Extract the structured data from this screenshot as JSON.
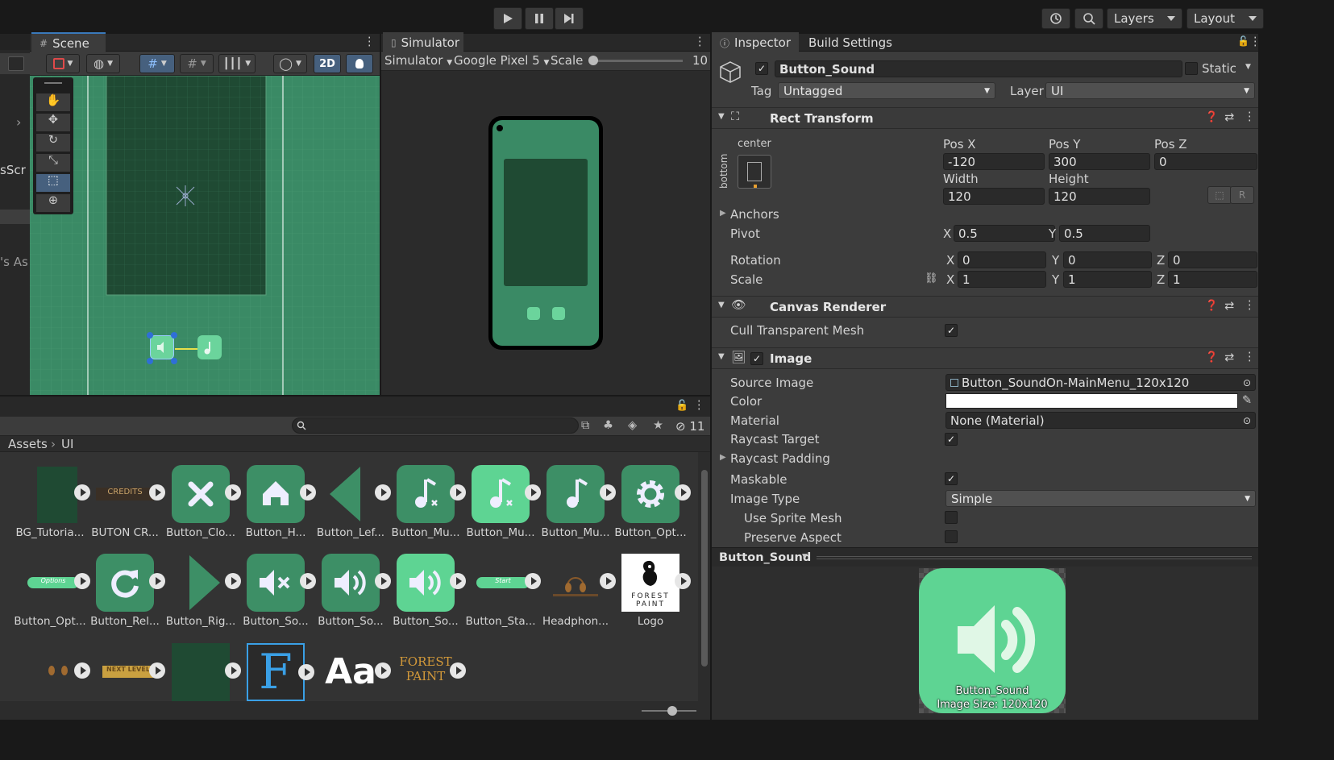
{
  "toolbar": {
    "layers_label": "Layers",
    "layout_label": "Layout"
  },
  "scene": {
    "tab_label": "Scene",
    "mode_2d": "2D",
    "partial_label_1": "sScr",
    "partial_label_2": "'s As"
  },
  "simulator": {
    "tab_label": "Simulator",
    "view_dropdown": "Simulator",
    "device_dropdown": "Google Pixel 5",
    "scale_label": "Scale",
    "scale_value": "10"
  },
  "project": {
    "breadcrumb_root": "Assets",
    "breadcrumb_child": "UI",
    "hidden_count": "11",
    "assets": [
      {
        "label": "BG_Tutoria..."
      },
      {
        "label": "BUTON CR..."
      },
      {
        "label": "Button_Clo..."
      },
      {
        "label": "Button_H..."
      },
      {
        "label": "Button_Lef..."
      },
      {
        "label": "Button_Mu..."
      },
      {
        "label": "Button_Mu..."
      },
      {
        "label": "Button_Mu..."
      },
      {
        "label": "Button_Opt..."
      },
      {
        "label": "Button_Opt..."
      },
      {
        "label": "Button_Rel..."
      },
      {
        "label": "Button_Rig..."
      },
      {
        "label": "Button_So..."
      },
      {
        "label": "Button_So..."
      },
      {
        "label": "Button_So..."
      },
      {
        "label": "Button_Sta..."
      },
      {
        "label": "Headphon..."
      },
      {
        "label": "Logo"
      }
    ],
    "thumb_text": {
      "credits": "CREDITS",
      "options": "Options",
      "start": "Start",
      "next_level": "NEXT LEVEL",
      "forest_paint": "FOREST\nPAINT",
      "logo_text": "FOREST PAINT",
      "font_letter": "F",
      "font_aa": "Aa"
    }
  },
  "inspector": {
    "tab_label": "Inspector",
    "build_settings_label": "Build Settings",
    "object_name": "Button_Sound",
    "static_label": "Static",
    "tag_label": "Tag",
    "tag_value": "Untagged",
    "layer_label": "Layer",
    "layer_value": "UI",
    "rect": {
      "title": "Rect Transform",
      "anchor_h": "center",
      "anchor_v": "bottom",
      "pos_x_label": "Pos X",
      "pos_y_label": "Pos Y",
      "pos_z_label": "Pos Z",
      "pos_x": "-120",
      "pos_y": "300",
      "pos_z": "0",
      "width_label": "Width",
      "height_label": "Height",
      "width": "120",
      "height": "120",
      "r_button": "R",
      "anchors_label": "Anchors",
      "pivot_label": "Pivot",
      "pivot_x": "0.5",
      "pivot_y": "0.5",
      "rotation_label": "Rotation",
      "rot_x": "0",
      "rot_y": "0",
      "rot_z": "0",
      "scale_label": "Scale",
      "scale_x": "1",
      "scale_y": "1",
      "scale_z": "1",
      "x": "X",
      "y": "Y",
      "z": "Z"
    },
    "canvas_renderer": {
      "title": "Canvas Renderer",
      "cull_label": "Cull Transparent Mesh"
    },
    "image": {
      "title": "Image",
      "source_label": "Source Image",
      "source_value": "Button_SoundOn-MainMenu_120x120",
      "color_label": "Color",
      "color_value": "#ffffff",
      "material_label": "Material",
      "material_value": "None (Material)",
      "raycast_label": "Raycast Target",
      "raycast_padding_label": "Raycast Padding",
      "maskable_label": "Maskable",
      "image_type_label": "Image Type",
      "image_type_value": "Simple",
      "sprite_mesh_label": "Use Sprite Mesh",
      "preserve_label": "Preserve Aspect"
    },
    "preview": {
      "object_label": "Button_Sound",
      "caption_name": "Button_Sound",
      "caption_size": "Image Size: 120x120"
    }
  },
  "colors": {
    "scene_green": "#3a8a65",
    "dark_green": "#1f4a33",
    "button_green": "#3d8f66",
    "button_light": "#5ed493"
  }
}
